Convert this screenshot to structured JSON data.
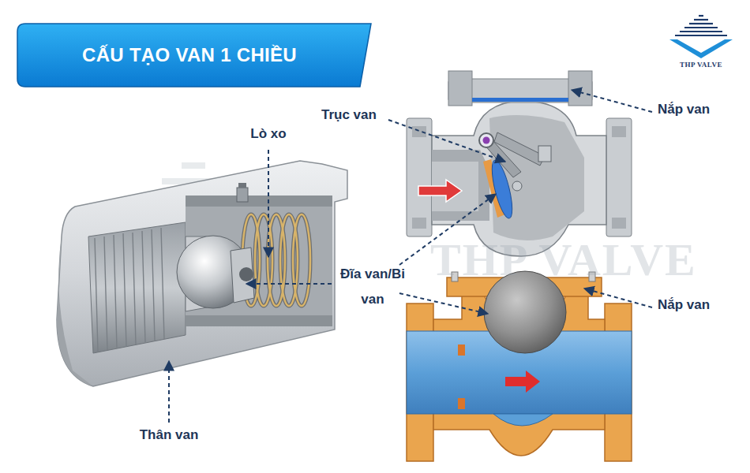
{
  "diagram": {
    "title": "CẤU TẠO VAN 1 CHIỀU",
    "labels": [
      "Lò xo",
      "Trục van",
      "Nắp van",
      "Đĩa van/Bi van",
      "Nắp van",
      "Thân van",
      "THP VALVE",
      "THP VALVE"
    ]
  }
}
